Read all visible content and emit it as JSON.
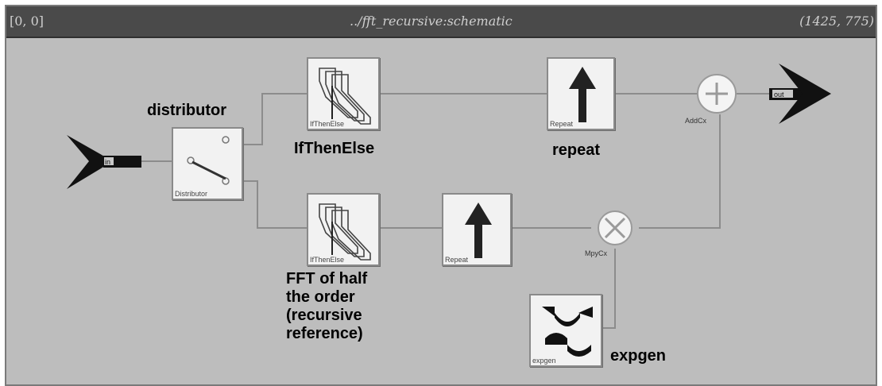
{
  "window": {
    "coord_left": "[0, 0]",
    "title": "../fft_recursive:schematic",
    "coord_right": "(1425, 775)"
  },
  "blocks": {
    "distributor": "Distributor",
    "ifthenelse_top": "IfThenElse",
    "ifthenelse_bottom": "IfThenElse",
    "repeat_top": "Repeat",
    "repeat_bottom": "Repeat",
    "addcx": "AddCx",
    "mpycx": "MpyCx",
    "expgen": "expgen"
  },
  "ports": {
    "input": "in",
    "output": "out"
  },
  "annotations": {
    "distributor": "distributor",
    "ifthenelse": "IfThenElse",
    "repeat": "repeat",
    "fft_half": [
      "FFT of half",
      "the order",
      "(recursive",
      "reference)"
    ],
    "expgen": "expgen"
  },
  "colors": {
    "titlebar": "#4a4a4a",
    "canvas": "#cfcfcf",
    "wire": "#8c8c8c",
    "block": "#f2f2f2"
  }
}
